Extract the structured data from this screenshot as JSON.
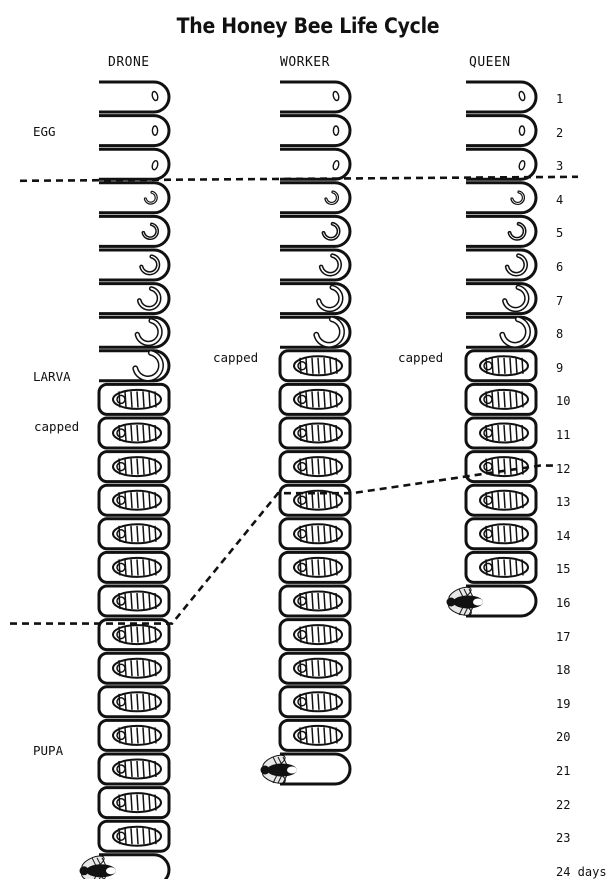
{
  "title": "The Honey Bee Life Cycle",
  "columns": [
    {
      "id": "drone",
      "label": "DRONE"
    },
    {
      "id": "worker",
      "label": "WORKER"
    },
    {
      "id": "queen",
      "label": "QUEEN"
    }
  ],
  "stages": {
    "egg": "EGG",
    "larva": "LARVA",
    "pupa": "PUPA"
  },
  "capped_label": "capped",
  "days": [
    "1",
    "2",
    "3",
    "4",
    "5",
    "6",
    "7",
    "8",
    "9",
    "10",
    "11",
    "12",
    "13",
    "14",
    "15",
    "16",
    "17",
    "18",
    "19",
    "20",
    "21",
    "22",
    "23",
    "24 days"
  ],
  "development": {
    "drone": {
      "egg_days": 3,
      "open_larva_days": 6,
      "capped_from_day": 10,
      "emerge_day": 24
    },
    "worker": {
      "egg_days": 3,
      "open_larva_days": 5,
      "capped_from_day": 9,
      "emerge_day": 21
    },
    "queen": {
      "egg_days": 3,
      "open_larva_days": 5,
      "capped_from_day": 9,
      "emerge_day": 16
    }
  },
  "colors": {
    "ink": "#111111",
    "background": "#ffffff"
  }
}
